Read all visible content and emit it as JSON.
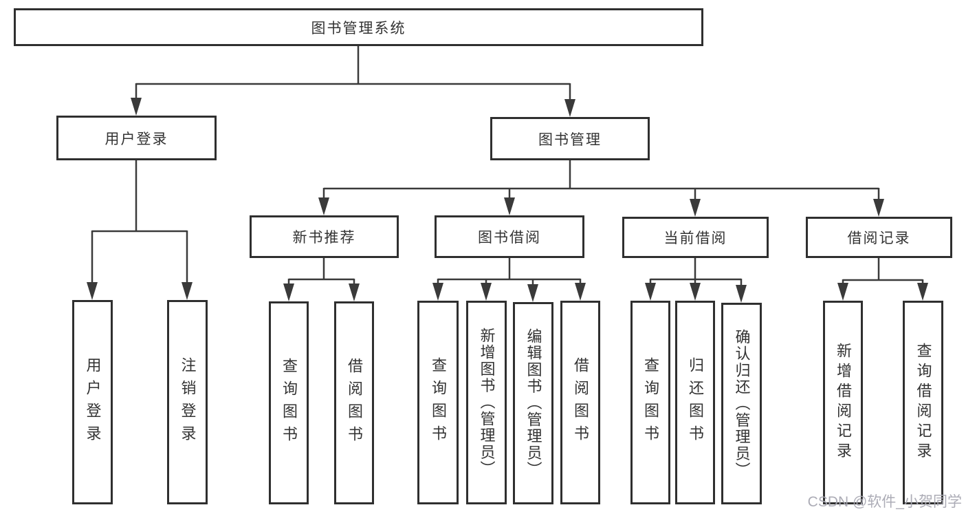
{
  "diagram": {
    "type": "function-structure-tree",
    "root": {
      "label": "图书管理系统"
    },
    "children": [
      {
        "label": "用户登录",
        "children": [
          {
            "label": "用户登录"
          },
          {
            "label": "注销登录"
          }
        ]
      },
      {
        "label": "图书管理",
        "children": [
          {
            "label": "新书推荐",
            "children": [
              {
                "label": "查询图书"
              },
              {
                "label": "借阅图书"
              }
            ]
          },
          {
            "label": "图书借阅",
            "children": [
              {
                "label": "查询图书"
              },
              {
                "label": "新增图书（管理员）"
              },
              {
                "label": "编辑图书（管理员）"
              },
              {
                "label": "借阅图书"
              }
            ]
          },
          {
            "label": "当前借阅",
            "children": [
              {
                "label": "查询图书"
              },
              {
                "label": "归还图书"
              },
              {
                "label": "确认归还（管理员）"
              }
            ]
          },
          {
            "label": "借阅记录",
            "children": [
              {
                "label": "新增借阅记录"
              },
              {
                "label": "查询借阅记录"
              }
            ]
          }
        ]
      }
    ],
    "line_color": "#3a3a3a",
    "border_color": "#2f2f2f",
    "text_color": "#333333"
  },
  "watermark": {
    "text": "CSDN @软件_小贺同学"
  }
}
